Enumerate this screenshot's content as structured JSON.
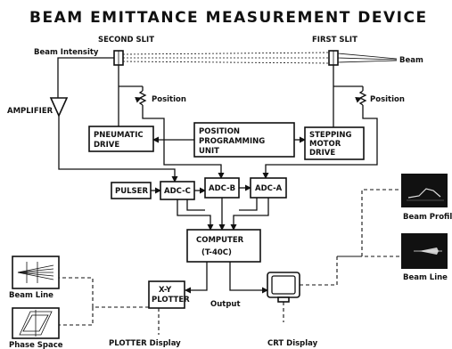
{
  "title": "BEAM EMITTANCE MEASUREMENT DEVICE",
  "labels": {
    "second_slit": "SECOND SLIT",
    "first_slit": "FIRST SLIT",
    "beam_intensity": "Beam Intensity",
    "beam": "Beam",
    "position_left": "Position",
    "position_right": "Position",
    "amplifier": "AMPLIFIER",
    "output": "Output",
    "beam_line_left": "Beam Line",
    "phase_space": "Phase Space",
    "plotter_display": "PLOTTER Display",
    "crt_display": "CRT Display",
    "beam_profile": "Beam Profile",
    "beam_line_right": "Beam Line"
  },
  "blocks": {
    "pneumatic_drive": [
      "PNEUMATIC",
      "DRIVE"
    ],
    "position_programming_unit": [
      "POSITION",
      "PROGRAMMING",
      "UNIT"
    ],
    "stepping_motor_drive": [
      "STEPPING",
      "MOTOR",
      "DRIVE"
    ],
    "pulser": "PULSER",
    "adc_c": "ADC-C",
    "adc_b": "ADC-B",
    "adc_a": "ADC-A",
    "computer": [
      "COMPUTER",
      "(T-40C)"
    ],
    "xy_plotter": [
      "X-Y",
      "PLOTTER"
    ]
  }
}
